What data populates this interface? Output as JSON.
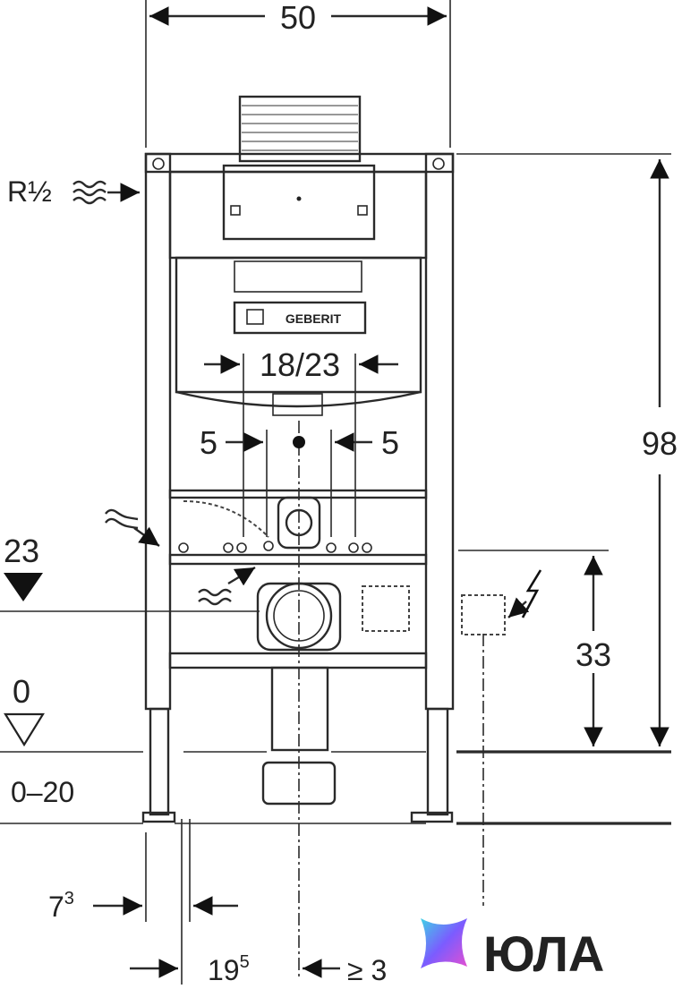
{
  "labels": {
    "width": "50",
    "height": "98",
    "connection": "R½",
    "flush_spacing": "18/23",
    "left_offset": "5",
    "right_offset": "5",
    "level_23": "23",
    "level_0": "0",
    "floor_range": "0–20",
    "outlet_height": "33",
    "frame_depth": "7",
    "frame_depth_sup": "3",
    "axis_offset": "19",
    "axis_offset_sup": "5",
    "min_distance": "≥ 3",
    "brand": "GEBERIT",
    "logo_text": "ЮЛА"
  },
  "colors": {
    "line": "#2a2a2a",
    "logo_gradient": [
      "#3fd1e6",
      "#7b5cff",
      "#e64fd0"
    ]
  },
  "icons": {
    "water_inlet": "wavy-arrow-icon",
    "power": "lightning-icon",
    "floor_level": "level-triangle-icon"
  }
}
